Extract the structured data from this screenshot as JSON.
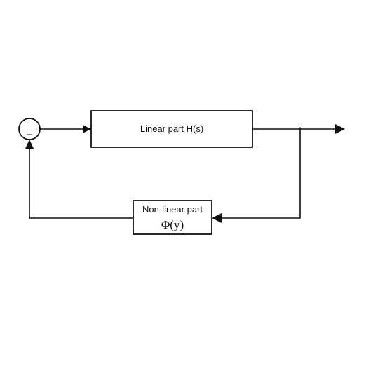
{
  "diagram": {
    "linear_block": {
      "label": "Linear part H(s)"
    },
    "nonlinear_block": {
      "label": "Non-linear part",
      "function": "Φ(y)"
    },
    "summing_junction": {
      "sign": "_"
    }
  }
}
